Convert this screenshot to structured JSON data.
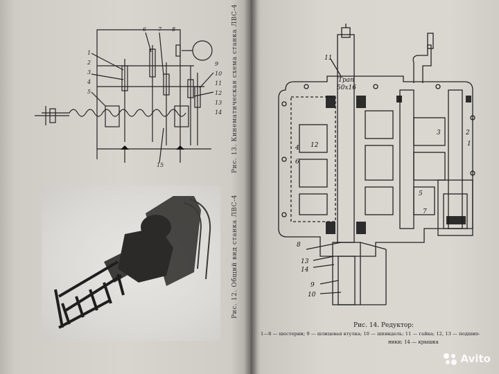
{
  "book": {
    "fig13_caption": "Рис. 13. Кинематическая схема станка ЛВС-4",
    "fig12_caption": "Рис. 12. Общий вид станка ЛВС-4",
    "fig14_title": "Рис. 14. Редуктор:",
    "fig14_legend_line1": "1—8 — шестерни; 9 — шлицевая втулка; 10 — шпиндель; 11 — гайка; 12, 13 — подшип-",
    "fig14_legend_line2": "ники; 14 — крышка",
    "thread_label_1": "Трап",
    "thread_label_2": "50х16"
  },
  "schematic_numbers": [
    "1",
    "2",
    "3",
    "4",
    "5",
    "6",
    "7",
    "8",
    "9",
    "10",
    "11",
    "12",
    "13",
    "14",
    "15"
  ],
  "reducer_numbers": [
    "11",
    "3",
    "2",
    "1",
    "4",
    "12",
    "6",
    "5",
    "7",
    "8",
    "13",
    "14",
    "9",
    "10"
  ],
  "watermark": {
    "brand": "Avito"
  }
}
